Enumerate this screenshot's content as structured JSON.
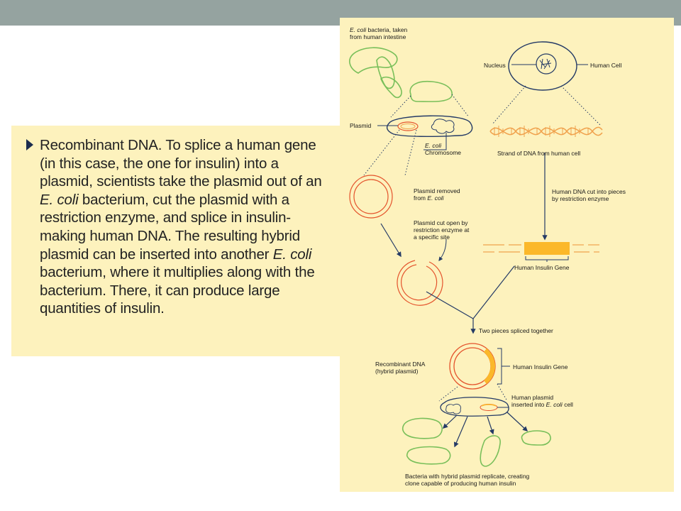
{
  "colors": {
    "topbar": "#95a3a0",
    "panel": "#fdf2bd",
    "navy": "#243a66",
    "green": "#79bf5a",
    "orange": "#f0a24d",
    "red": "#e4532c",
    "gene": "#fbb82a"
  },
  "caption": {
    "t1": "Recombinant DNA. To splice a human gene (in this case, the one for insulin) into a plasmid, scientists take the plasmid out of an ",
    "t2": "E. coli",
    "t3": " bacterium, cut the plasmid with a restriction enzyme, and splice in insulin-making human DNA. The resulting hybrid plasmid can be inserted into another ",
    "t4": "E. coli",
    "t5": " bacterium, where it multiplies along with the bacterium. There, it can produce large quantities of insulin."
  },
  "diagram": {
    "ecoli_i": "E. coli",
    "ecoli_rest": " bacteria, taken",
    "ecoli_line2": "from human intestine",
    "nucleus": "Nucleus",
    "human_cell": "Human Cell",
    "plasmid": "Plasmid",
    "chromo_i": "E. coli",
    "chromo_line2": "Chromosome",
    "strand": "Strand of DNA from human cell",
    "removed_line1": "Plasmid removed",
    "removed_from": "from ",
    "removed_i": "E. coli",
    "cut_dna": "Human DNA cut into pieces\nby restriction enzyme",
    "cut_open": "Plasmid cut open by\nrestriction enzyme at\na specific site",
    "insulin_gene": "Human Insulin Gene",
    "spliced": "Two pieces spliced together",
    "recombinant": "Recombinant DNA\n(hybrid plasmid)",
    "insulin_gene2": "Human Insulin Gene",
    "inserted_line1": "Human plasmid",
    "inserted_pre": "inserted into ",
    "inserted_i": "E. coli",
    "inserted_post": " cell",
    "bottom": "Bacteria with hybrid plasmid replicate, creating\nclone capable of producing human insulin"
  }
}
